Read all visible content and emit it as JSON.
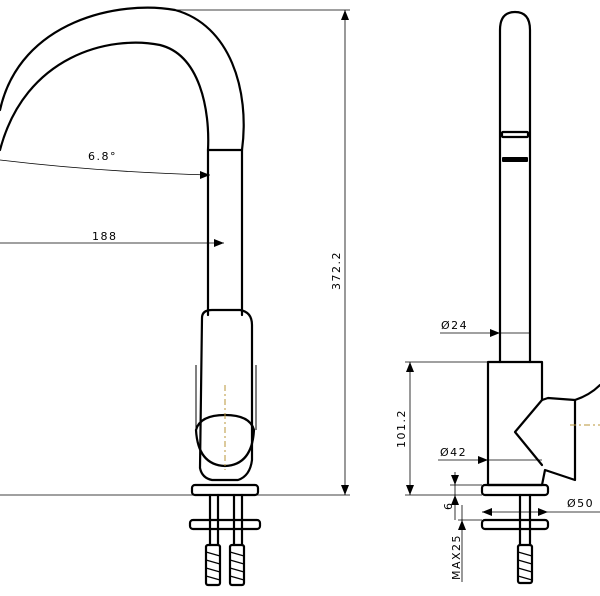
{
  "front_view": {
    "dimensions": {
      "angle": "6.8°",
      "reach": "188",
      "height": "372.2"
    }
  },
  "side_view": {
    "dimensions": {
      "spout_diameter": "Ø24",
      "body_height": "101.2",
      "body_diameter": "Ø42",
      "plate_thickness": "6",
      "base_diameter": "Ø50",
      "max_counter": "MAX25"
    }
  }
}
